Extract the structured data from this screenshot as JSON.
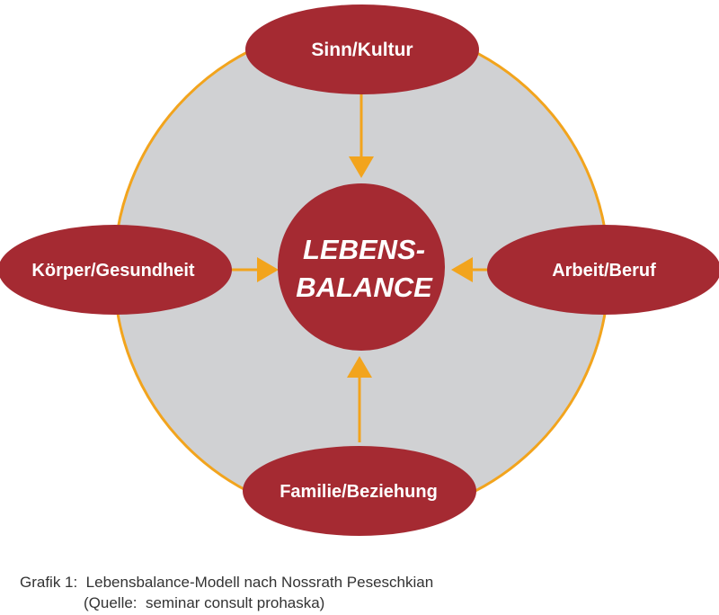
{
  "diagram": {
    "center_line1": "LEBENS-",
    "center_line2": "BALANCE",
    "nodes": {
      "top": "Sinn/Kultur",
      "left": "Körper/Gesundheit",
      "right": "Arbeit/Beruf",
      "bottom": "Familie/Beziehung"
    },
    "colors": {
      "node_fill": "#a52a32",
      "outer_circle_fill": "#d0d1d3",
      "outline_and_arrows": "#f2a41d",
      "text": "#ffffff"
    }
  },
  "caption": {
    "line1": "Grafik 1:  Lebensbalance-Modell nach Nossrath Peseschkian",
    "line2": "(Quelle:  seminar consult prohaska)"
  }
}
